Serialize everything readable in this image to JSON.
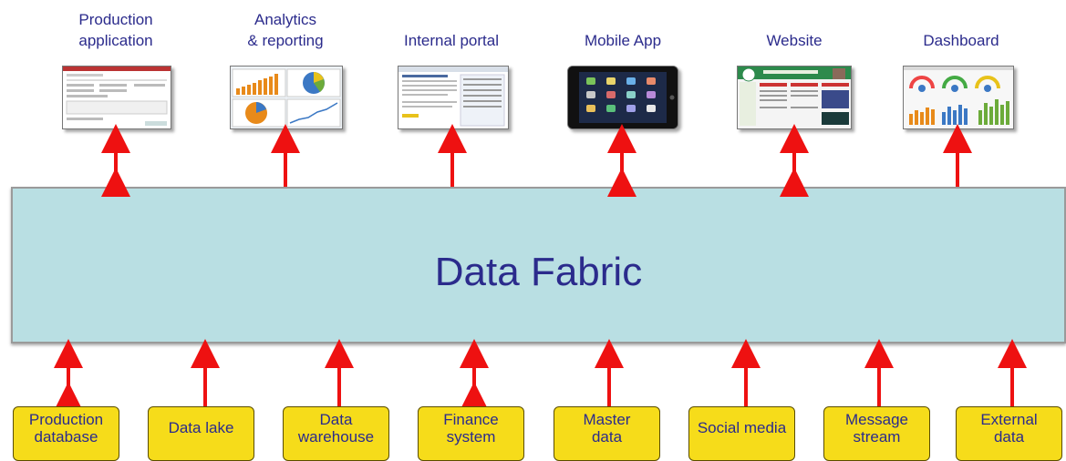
{
  "consumers": [
    {
      "id": "production-application",
      "label": "Production\napplication",
      "icon": "form-screenshot-icon"
    },
    {
      "id": "analytics-reporting",
      "label": "Analytics\n& reporting",
      "icon": "analytics-charts-icon"
    },
    {
      "id": "internal-portal",
      "label": "Internal portal",
      "icon": "portal-page-icon"
    },
    {
      "id": "mobile-app",
      "label": "Mobile App",
      "icon": "tablet-icon"
    },
    {
      "id": "website",
      "label": "Website",
      "icon": "website-page-icon"
    },
    {
      "id": "dashboard",
      "label": "Dashboard",
      "icon": "dashboard-gauges-icon"
    }
  ],
  "fabric": {
    "label": "Data Fabric"
  },
  "sources": [
    {
      "id": "production-database",
      "label": "Production\ndatabase"
    },
    {
      "id": "data-lake",
      "label": "Data lake"
    },
    {
      "id": "data-warehouse",
      "label": "Data\nwarehouse"
    },
    {
      "id": "finance-system",
      "label": "Finance\nsystem"
    },
    {
      "id": "master-data",
      "label": "Master\ndata"
    },
    {
      "id": "social-media",
      "label": "Social media"
    },
    {
      "id": "message-stream",
      "label": "Message\nstream"
    },
    {
      "id": "external-data",
      "label": "External\ndata"
    }
  ],
  "colors": {
    "arrow": "#ee1111",
    "fabric": "#b9dfe3",
    "source": "#f6dc1a",
    "text": "#2b2b8c"
  }
}
